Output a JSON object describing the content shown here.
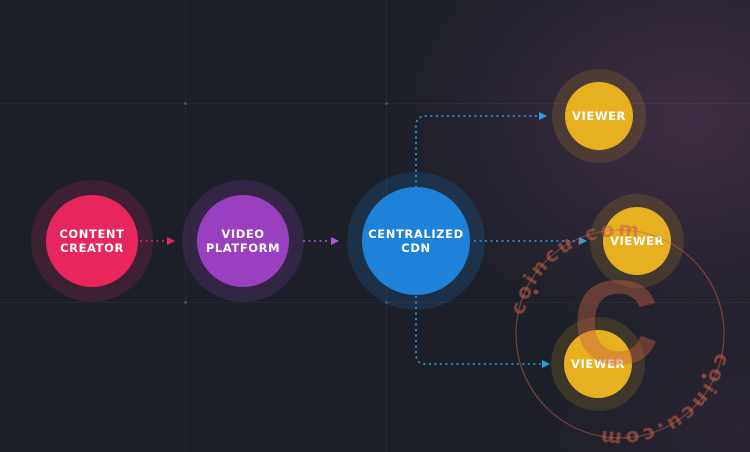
{
  "diagram": {
    "nodes": [
      {
        "id": "content-creator",
        "label": "CONTENT\nCREATOR",
        "color": "#e8265e"
      },
      {
        "id": "video-platform",
        "label": "VIDEO\nPLATFORM",
        "color": "#9a3fc0"
      },
      {
        "id": "centralized-cdn",
        "label": "CENTRALIZED\nCDN",
        "color": "#1e82d8"
      },
      {
        "id": "viewer-top",
        "label": "VIEWER",
        "color": "#e6b021"
      },
      {
        "id": "viewer-middle",
        "label": "VIEWER",
        "color": "#e6b021"
      },
      {
        "id": "viewer-bottom",
        "label": "VIEWER",
        "color": "#e6b021"
      }
    ],
    "edges": [
      {
        "from": "content-creator",
        "to": "video-platform",
        "color": "#e8265e"
      },
      {
        "from": "video-platform",
        "to": "centralized-cdn",
        "color": "#b05ad6"
      },
      {
        "from": "centralized-cdn",
        "to": "viewer-top",
        "color": "#25a3ea"
      },
      {
        "from": "centralized-cdn",
        "to": "viewer-middle",
        "color": "#25a3ea"
      },
      {
        "from": "centralized-cdn",
        "to": "viewer-bottom",
        "color": "#25a3ea"
      }
    ]
  },
  "watermark": {
    "text": "coincu.com",
    "letter": "C",
    "color": "#c85f46"
  }
}
